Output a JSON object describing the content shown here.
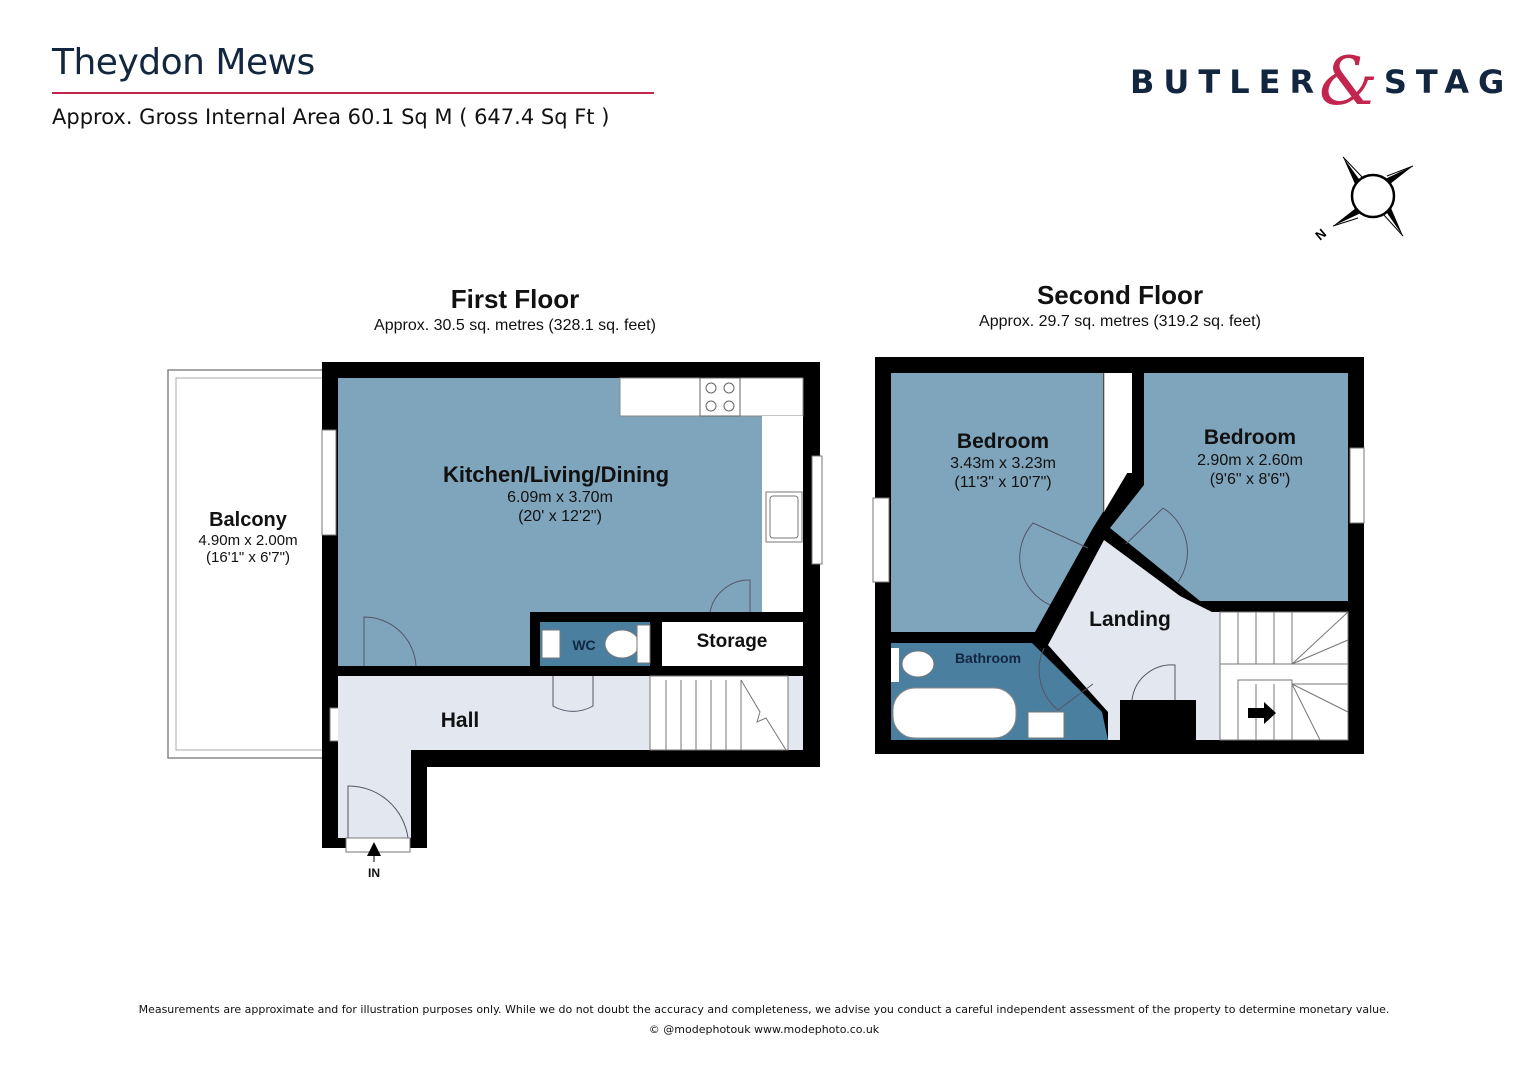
{
  "header": {
    "title": "Theydon Mews",
    "gross_area": "Approx. Gross Internal Area 60.1 Sq M ( 647.4 Sq Ft )"
  },
  "logo": {
    "word_left": "BUTLER",
    "ampersand": "&",
    "word_right": "STAG",
    "navy": "#12263f",
    "crimson": "#c2264f"
  },
  "compass": {
    "icon": "compass-rose-icon",
    "north_label": "N"
  },
  "floors": [
    {
      "title": "First Floor",
      "area": "Approx. 30.5 sq. metres (328.1 sq. feet)",
      "rooms": {
        "kitchen": {
          "name": "Kitchen/Living/Dining",
          "metric": "6.09m x 3.70m",
          "imperial": "(20' x 12'2\")"
        },
        "balcony": {
          "name": "Balcony",
          "metric": "4.90m x 2.00m",
          "imperial": "(16'1\" x 6'7\")"
        },
        "wc": {
          "name": "WC"
        },
        "storage": {
          "name": "Storage"
        },
        "hall": {
          "name": "Hall"
        }
      },
      "entrance_label": "IN"
    },
    {
      "title": "Second Floor",
      "area": "Approx. 29.7 sq. metres (319.2 sq. feet)",
      "rooms": {
        "bedroom1": {
          "name": "Bedroom",
          "metric": "3.43m x 3.23m",
          "imperial": "(11'3\" x 10'7\")"
        },
        "bedroom2": {
          "name": "Bedroom",
          "metric": "2.90m x 2.60m",
          "imperial": "(9'6\" x 8'6\")"
        },
        "landing": {
          "name": "Landing"
        },
        "bathroom": {
          "name": "Bathroom"
        }
      }
    }
  ],
  "colors": {
    "room_blue": "#7fa5bd",
    "wet_blue": "#4a7fa0",
    "hall_grey": "#e3e8f0",
    "wall": "#000000"
  },
  "footer": {
    "disclaimer": "Measurements are approximate and for illustration purposes only.  While we do not doubt the accuracy and completeness, we advise you conduct a careful independent assessment of the property to determine monetary value.",
    "credit": "© @modephotouk www.modephoto.co.uk"
  }
}
